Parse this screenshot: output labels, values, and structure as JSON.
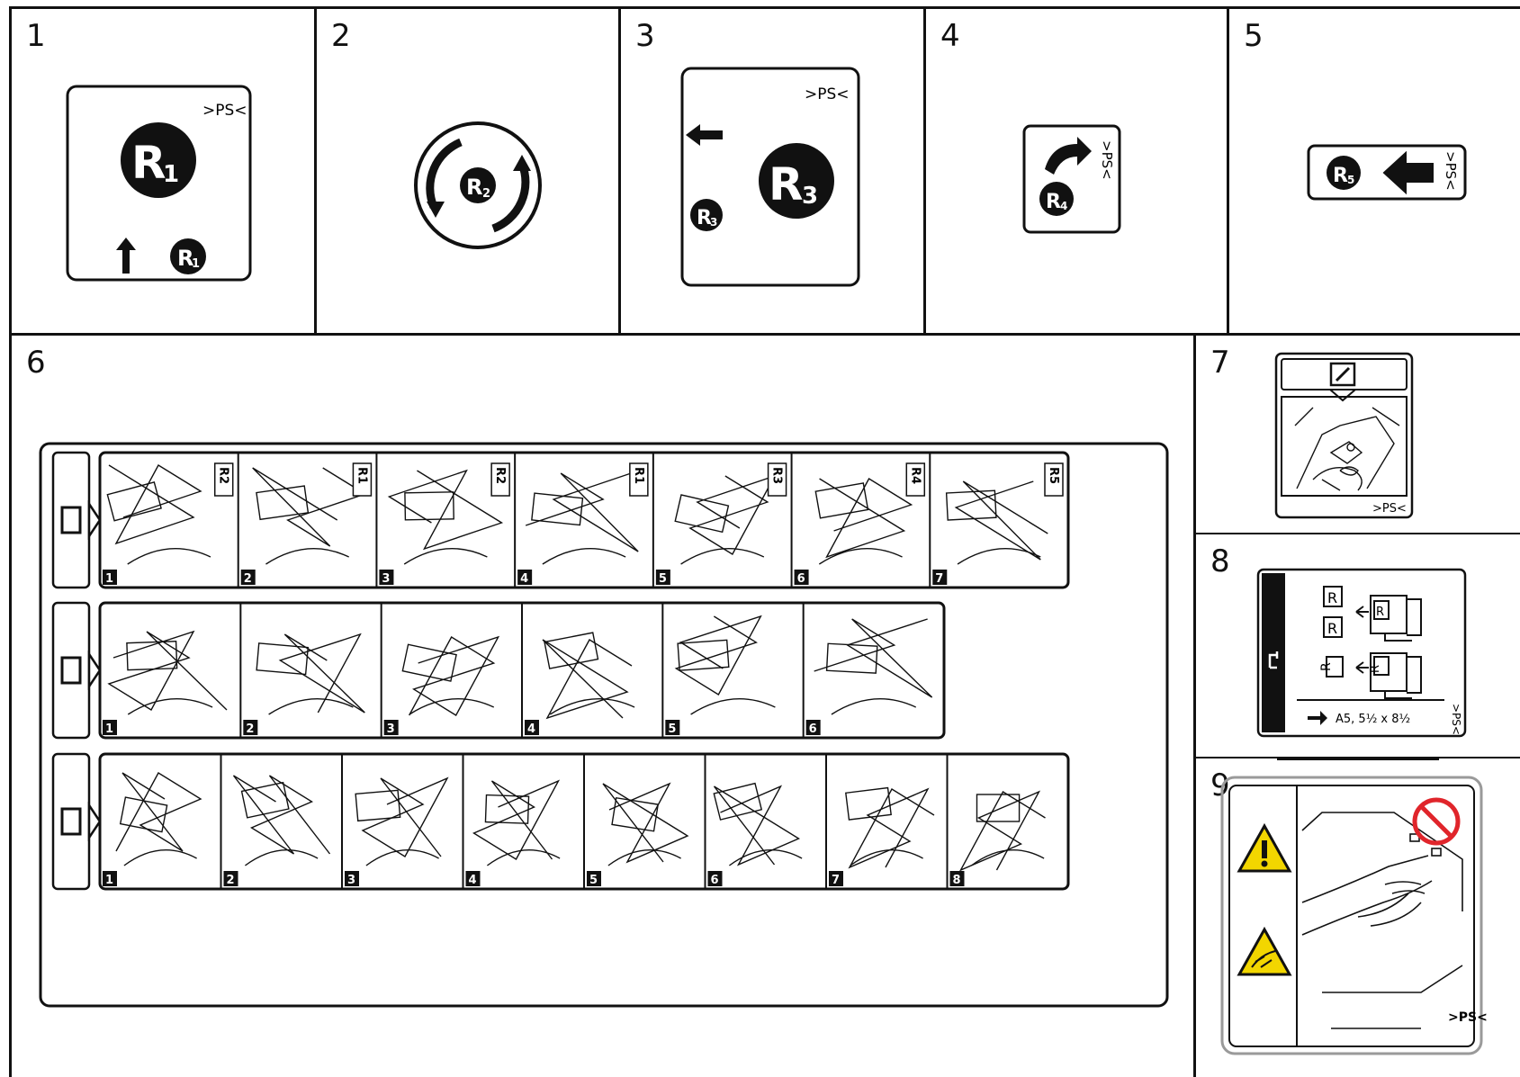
{
  "panels": {
    "p1": {
      "number": "1",
      "ps": ">PS<",
      "big_label": "R",
      "big_sub": "1",
      "small_label": "R",
      "small_sub": "1"
    },
    "p2": {
      "number": "2",
      "label": "R",
      "sub": "2"
    },
    "p3": {
      "number": "3",
      "ps": ">PS<",
      "big_label": "R",
      "big_sub": "3",
      "small_label": "R",
      "small_sub": "3"
    },
    "p4": {
      "number": "4",
      "ps": ">PS<",
      "label": "R",
      "sub": "4"
    },
    "p5": {
      "number": "5",
      "ps": ">PS<",
      "label": "R",
      "sub": "5"
    },
    "p6": {
      "number": "6",
      "rows": [
        {
          "frames": [
            "1",
            "2",
            "3",
            "4",
            "5",
            "6",
            "7"
          ],
          "callouts": [
            "R2",
            "R1",
            "R2",
            "R1",
            "R3",
            "R4",
            "R5"
          ]
        },
        {
          "frames": [
            "1",
            "2",
            "3",
            "4",
            "5",
            "6"
          ]
        },
        {
          "frames": [
            "1",
            "2",
            "3",
            "4",
            "5",
            "6",
            "7",
            "8"
          ]
        }
      ]
    },
    "p7": {
      "number": "7",
      "ps": ">PS<"
    },
    "p8": {
      "number": "8",
      "ps": ">PS<",
      "label_r": "R",
      "caption": "A5, 5½ x 8½"
    },
    "p9": {
      "number": "9",
      "ps": ">PS<"
    }
  },
  "colors": {
    "ink": "#111111",
    "warning_yellow": "#f2d600",
    "prohibition_red": "#e0252b",
    "paper": "#ffffff"
  }
}
